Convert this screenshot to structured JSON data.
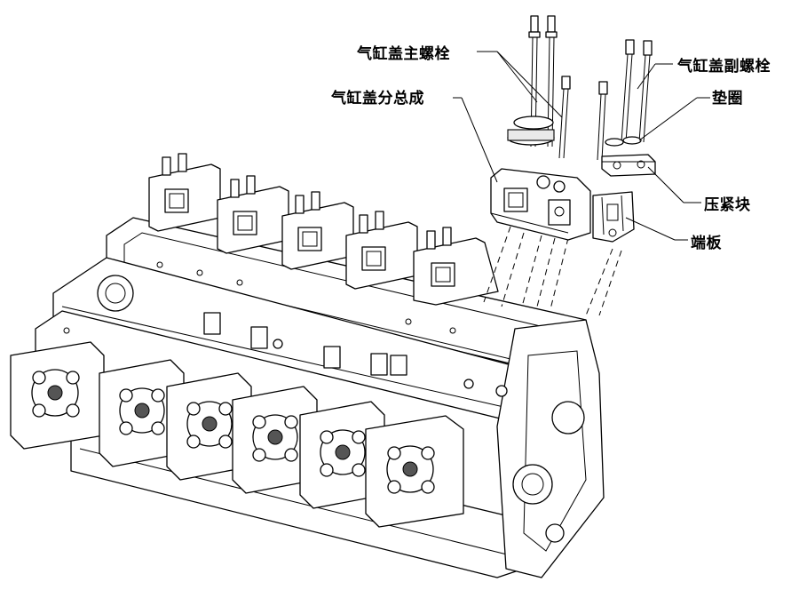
{
  "labels": {
    "main_bolt": "气缸盖主螺栓",
    "sub_bolt": "气缸盖副螺栓",
    "head_assembly": "气缸盖分总成",
    "washer": "垫圈",
    "clamp_block": "压紧块",
    "end_plate": "端板"
  }
}
